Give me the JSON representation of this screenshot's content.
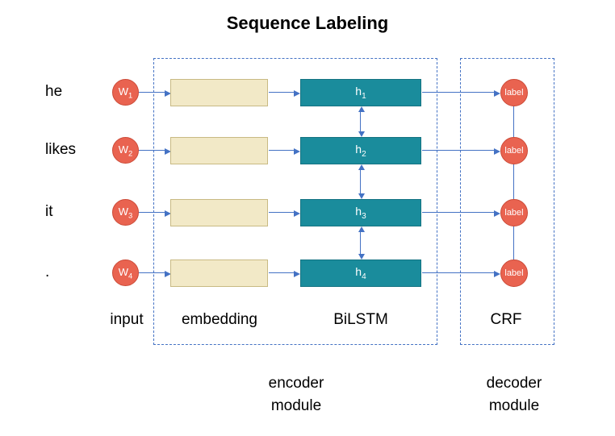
{
  "title": "Sequence Labeling",
  "rows": [
    {
      "word": "he",
      "input_base": "W",
      "input_sub": "1",
      "hidden_base": "h",
      "hidden_sub": "1",
      "label": "label"
    },
    {
      "word": "likes",
      "input_base": "W",
      "input_sub": "2",
      "hidden_base": "h",
      "hidden_sub": "2",
      "label": "label"
    },
    {
      "word": "it",
      "input_base": "W",
      "input_sub": "3",
      "hidden_base": "h",
      "hidden_sub": "3",
      "label": "label"
    },
    {
      "word": ".",
      "input_base": "W",
      "input_sub": "4",
      "hidden_base": "h",
      "hidden_sub": "4",
      "label": "label"
    }
  ],
  "columns": {
    "input": "input",
    "embedding": "embedding",
    "bilstm": "BiLSTM",
    "crf": "CRF"
  },
  "modules": {
    "encoder_line1": "encoder",
    "encoder_line2": "module",
    "decoder_line1": "decoder",
    "decoder_line2": "module"
  },
  "colors": {
    "node_red": "#E96350",
    "embedding_fill": "#F2E9C7",
    "hidden_teal": "#1A8C9C",
    "arrow_blue": "#4472C4",
    "dashed_box_blue": "#4472C4"
  }
}
